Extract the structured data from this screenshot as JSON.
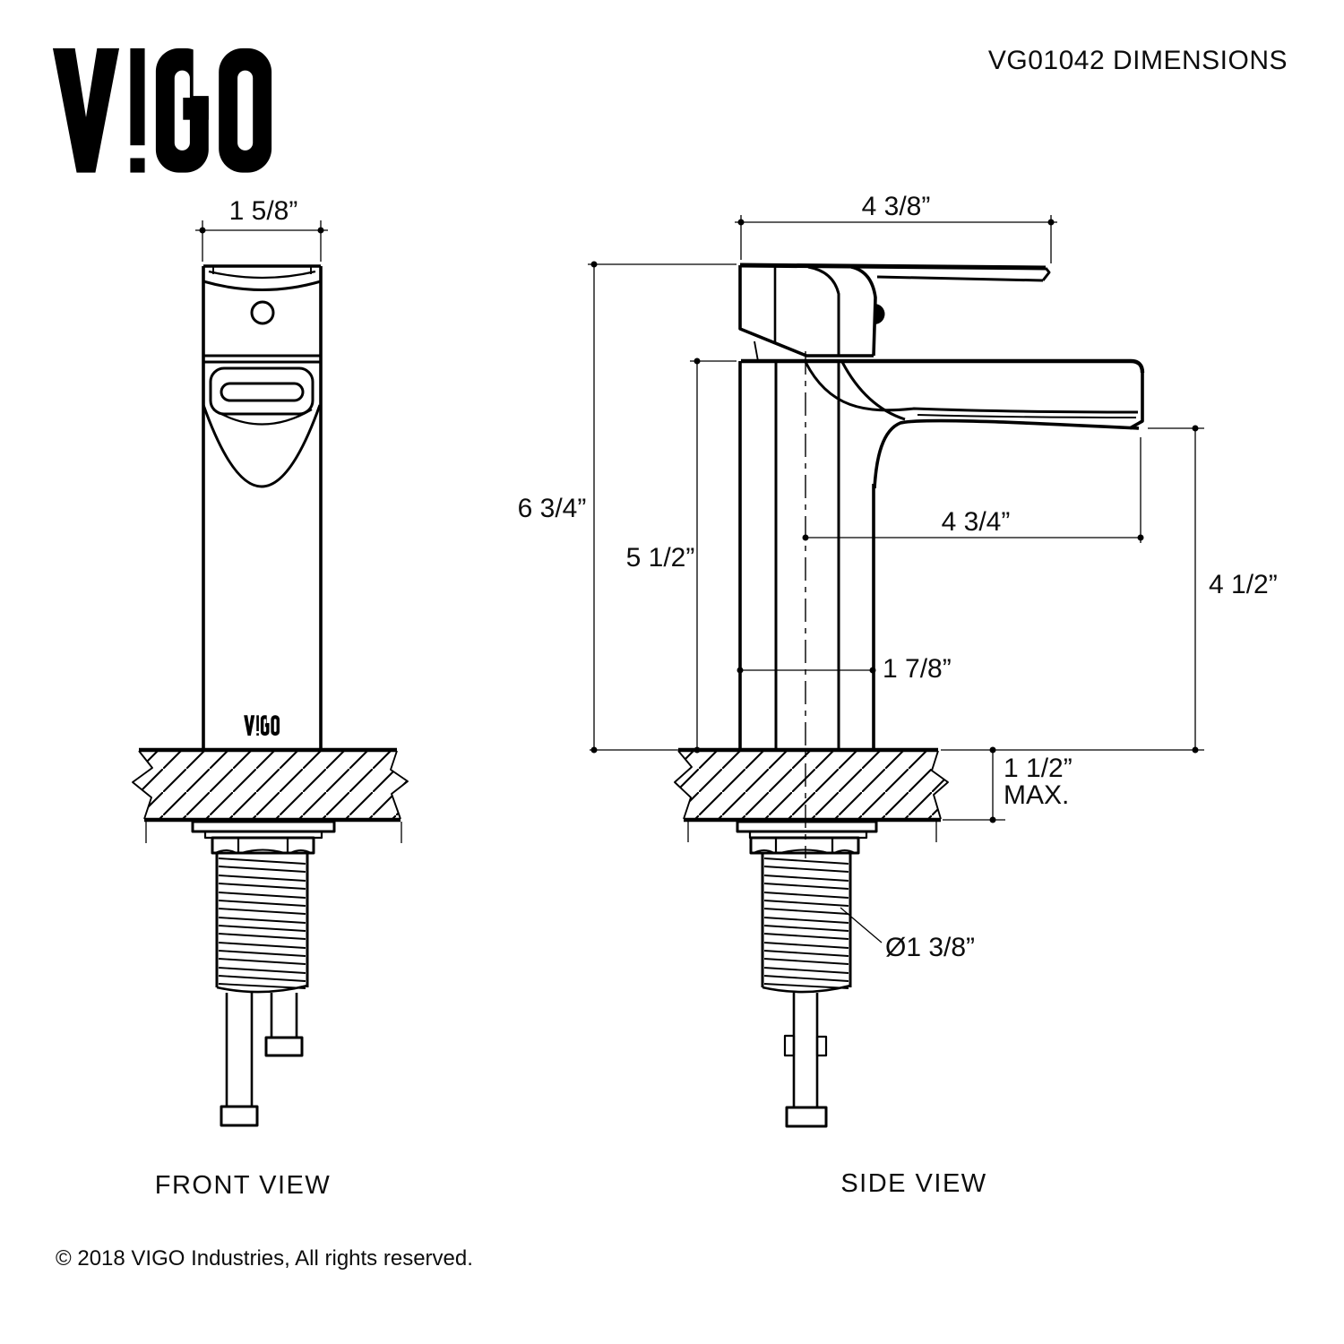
{
  "page": {
    "background": "#ffffff",
    "line_color": "#000000"
  },
  "header": {
    "logo_text": "VIGO",
    "title": "VG01042 DIMENSIONS"
  },
  "front_view": {
    "label": "FRONT VIEW",
    "body_logo_text": "VIGO",
    "dimensions": {
      "spout_width": "1 5/8”"
    }
  },
  "side_view": {
    "label": "SIDE VIEW",
    "dimensions": {
      "handle_length": "4 3/8”",
      "overall_height": "6 3/4”",
      "height_to_spout_top": "5 1/2”",
      "spout_reach": "4 3/4”",
      "spout_tip_height": "4 1/2”",
      "body_depth": "1 7/8”",
      "deck_thickness_max": "1 1/2”",
      "deck_thickness_max_suffix": "MAX.",
      "shank_diameter": "Ø1 3/8”"
    }
  },
  "footer": {
    "copyright": "© 2018 VIGO Industries, All rights reserved."
  }
}
